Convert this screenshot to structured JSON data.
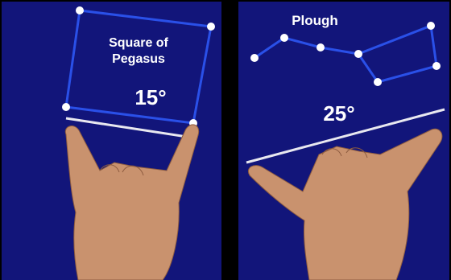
{
  "left": {
    "constellation_name": "Square of\nPegasus",
    "angle_label": "15°"
  },
  "right": {
    "constellation_name": "Plough",
    "angle_label": "25°"
  },
  "colors": {
    "sky": "#12157a",
    "constellation_line": "#2a50e8",
    "star": "#ffffff",
    "measure_line": "#e8e8f0",
    "skin": "#c9926e"
  }
}
